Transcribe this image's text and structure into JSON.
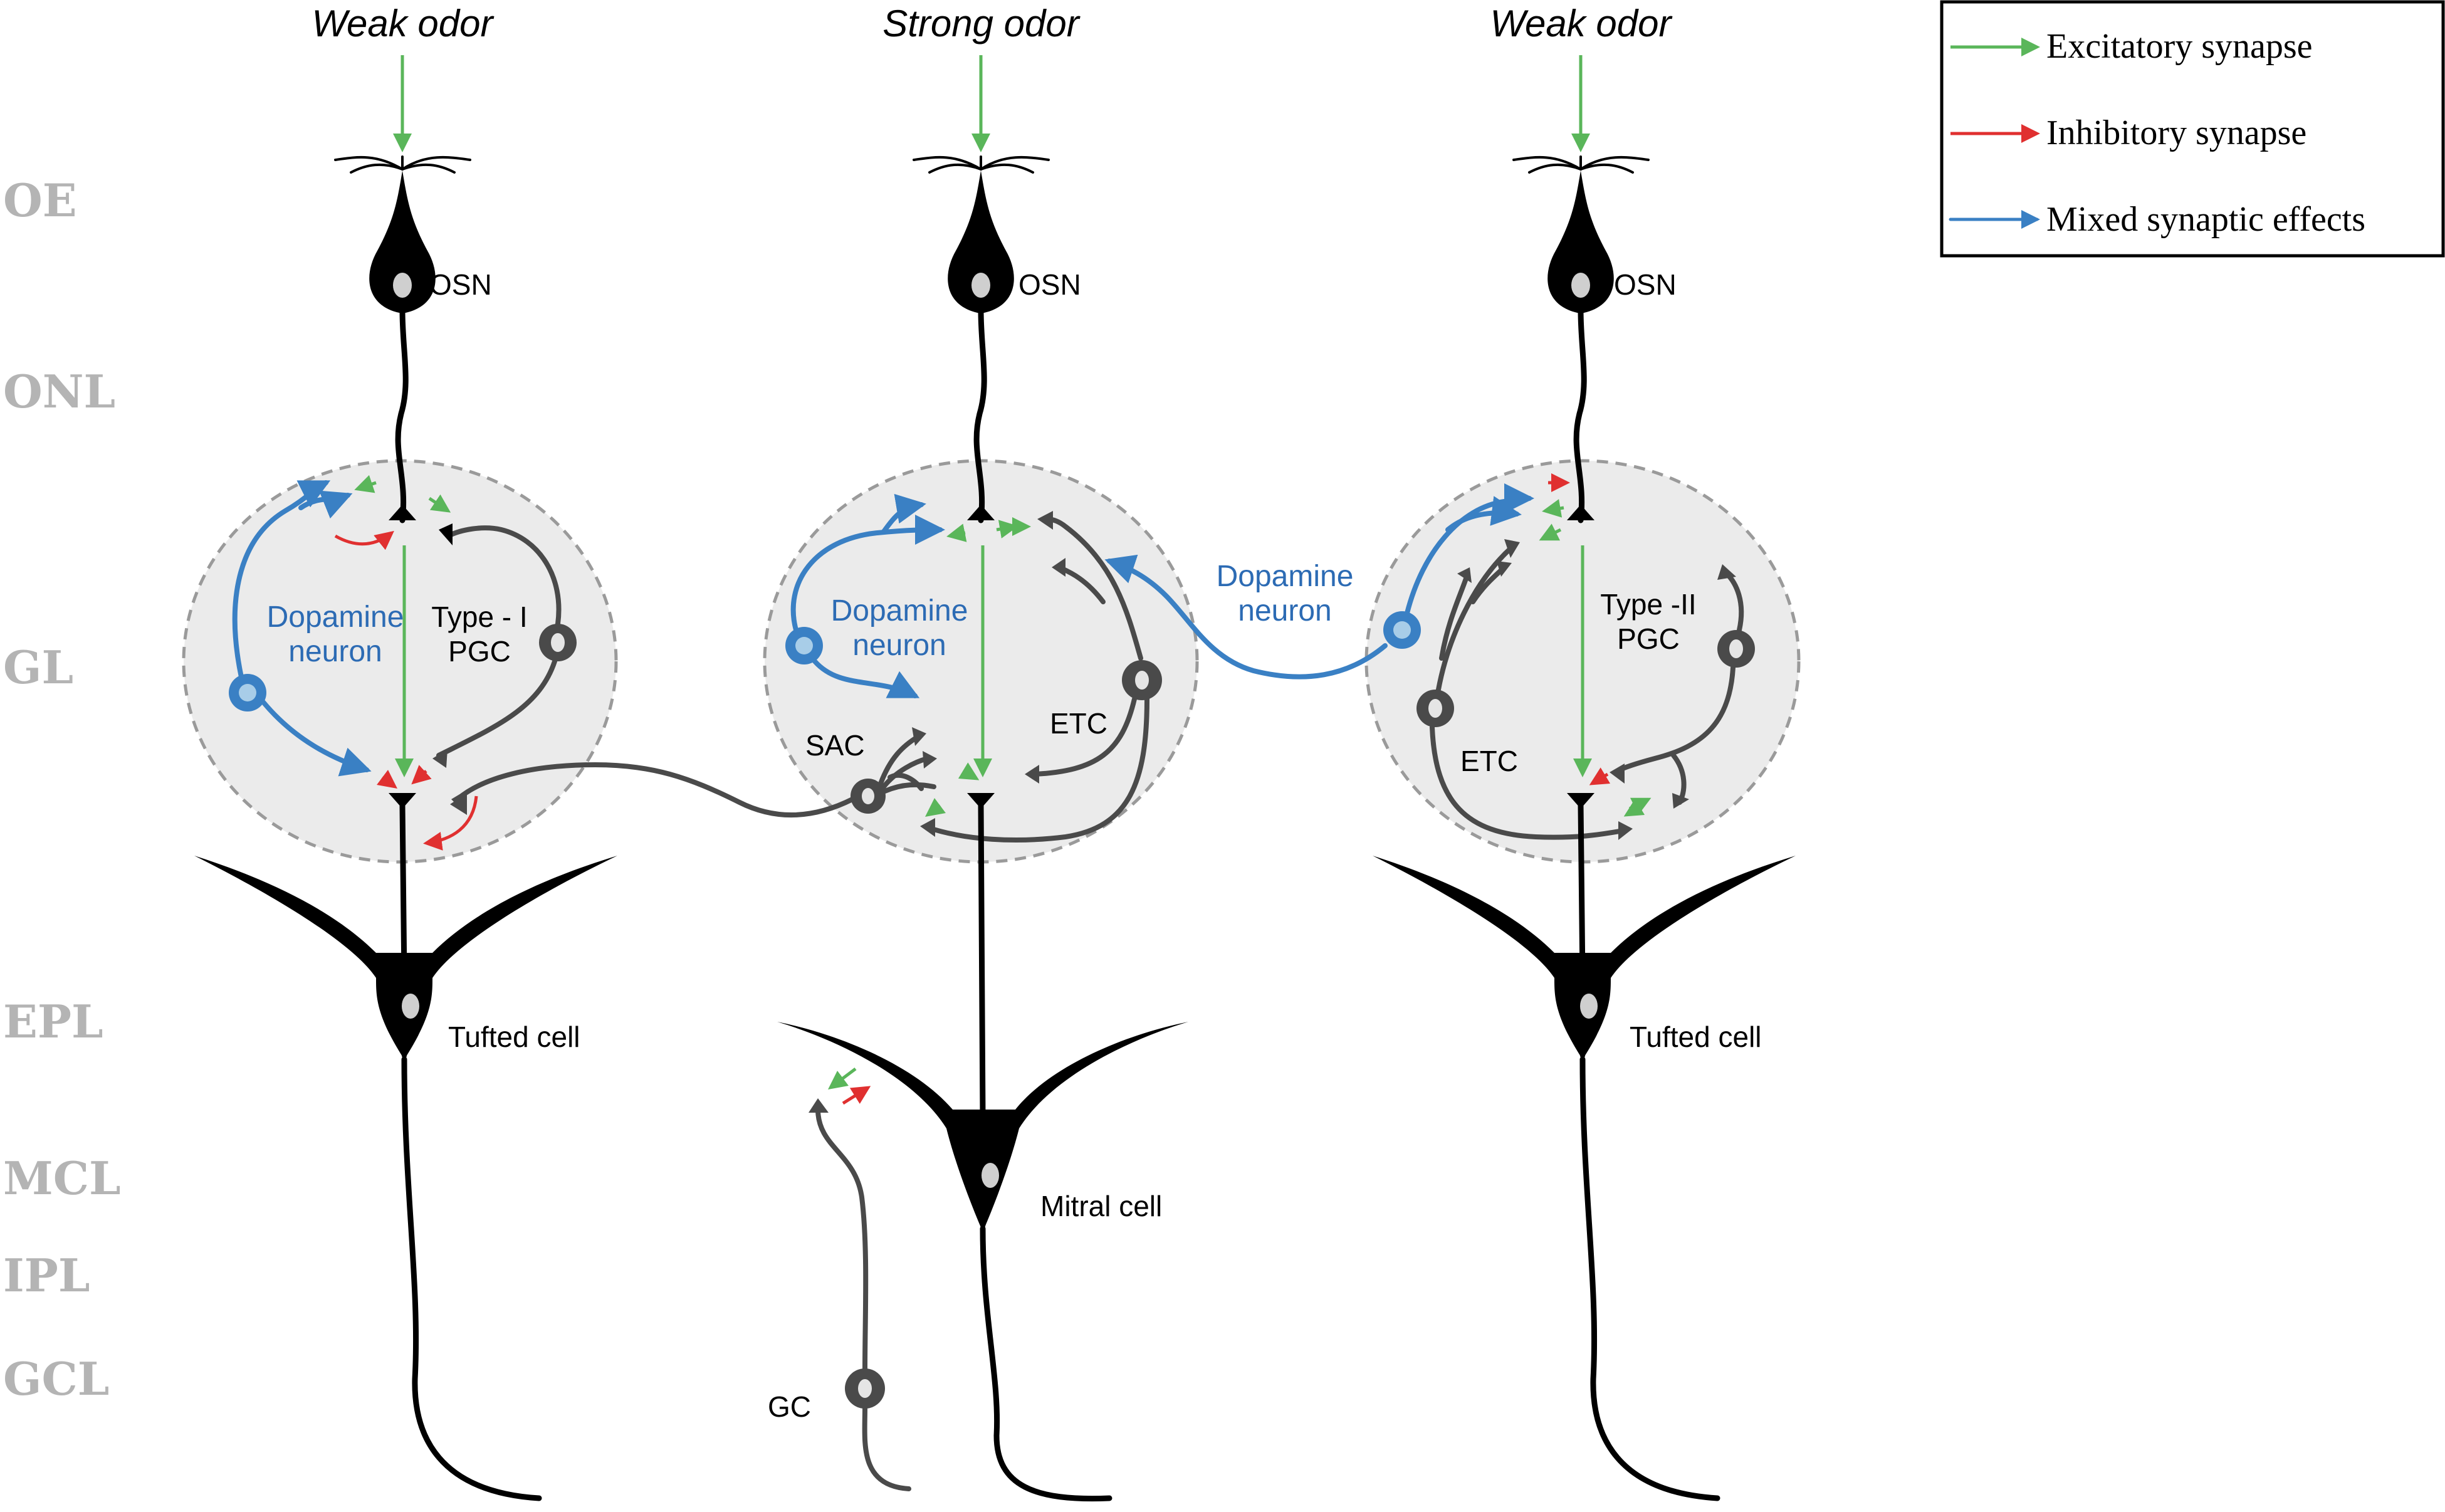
{
  "layers": [
    "OE",
    "ONL",
    "GL",
    "EPL",
    "MCL",
    "IPL",
    "GCL"
  ],
  "odors": {
    "left": "Weak odor",
    "middle": "Strong odor",
    "right": "Weak odor"
  },
  "labels": {
    "osn": "OSN",
    "dopamine_line1": "Dopamine",
    "dopamine_line2": "neuron",
    "type1_line1": "Type - I",
    "type1_line2": "PGC",
    "type2_line1": "Type -II",
    "type2_line2": "PGC",
    "etc": "ETC",
    "sac": "SAC",
    "tufted": "Tufted cell",
    "mitral": "Mitral cell",
    "gc": "GC"
  },
  "legend": {
    "items": [
      {
        "label": "Excitatory synapse",
        "color": "#5ab65a"
      },
      {
        "label": "Inhibitory synapse",
        "color": "#e03030"
      },
      {
        "label": "Mixed synaptic effects",
        "color": "#3a80c4"
      }
    ]
  },
  "colors": {
    "excitatory": "#5ab65a",
    "inhibitory": "#e03030",
    "mixed": "#3a80c4",
    "layer_label": "#b4b4b4",
    "glomerulus": "#ebebeb"
  }
}
